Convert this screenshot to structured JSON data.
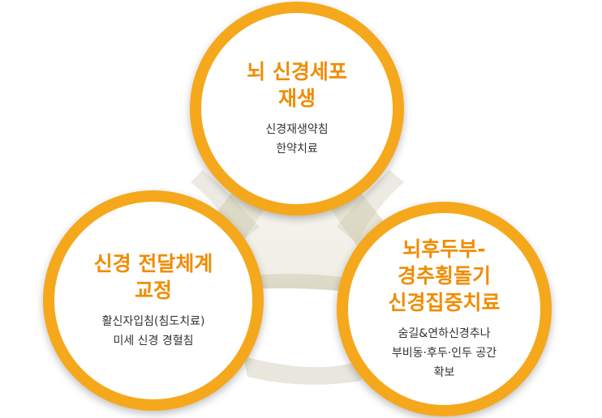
{
  "circles": {
    "top": {
      "title_lines": [
        "뇌 신경세포",
        "재생"
      ],
      "desc_lines": [
        "신경재생약침",
        "한약치료"
      ]
    },
    "left": {
      "title_lines": [
        "신경 전달체계",
        "교정"
      ],
      "desc_lines": [
        "활신자입침(침도치료)",
        "미세 신경 경혈침"
      ]
    },
    "right": {
      "title_lines": [
        "뇌후두부-",
        "경추횡돌기",
        "신경집중치료"
      ],
      "desc_lines": [
        "숨길&연하신경추나",
        "부비동·후두·인두 공간",
        "확보"
      ]
    }
  },
  "colors": {
    "ring": "#f5a81c",
    "title": "#f08c00",
    "text": "#333333",
    "triangle": "#e9e6d6"
  }
}
